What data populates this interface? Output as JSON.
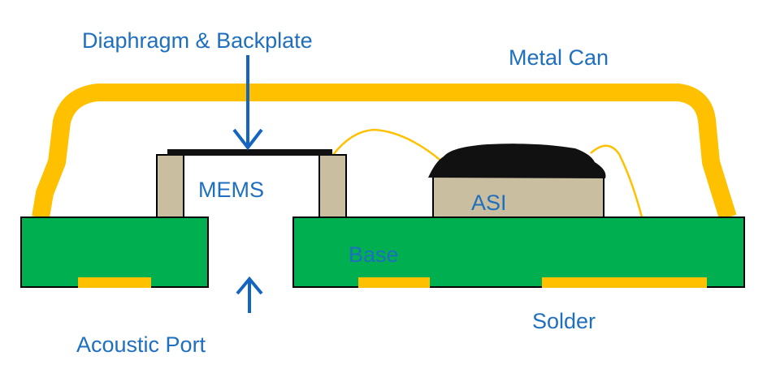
{
  "labels": {
    "diaphragm_backplate": "Diaphragm & Backplate",
    "metal_can": "Metal Can",
    "mems": "MEMS",
    "asi": "ASI",
    "base": "Base",
    "solder": "Solder",
    "acoustic_port": "Acoustic Port"
  },
  "colors": {
    "label_blue": "#1f6fbf",
    "arrow_blue": "#1565c0",
    "metal_can": "#ffc000",
    "pcb_green": "#00b050",
    "pcb_outline": "#000000",
    "solder_pad": "#ffc000",
    "mems_spacer": "#c9bfa0",
    "asi_die": "#c9bfa0",
    "asi_encapsulant": "#111111",
    "wire_bond": "#ffc000",
    "diaphragm": "#111111",
    "base_label": "#1f6fbf"
  }
}
